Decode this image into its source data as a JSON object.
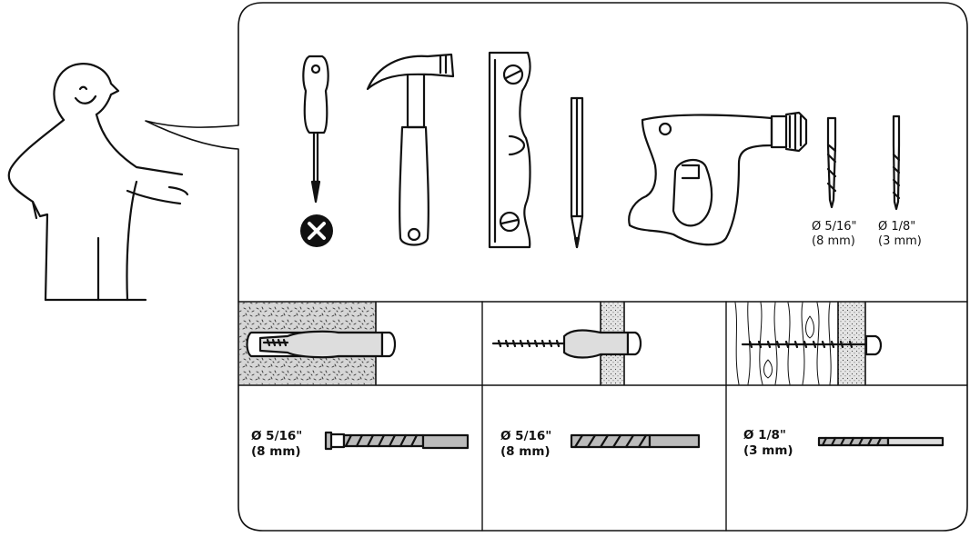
{
  "tools_row": {
    "bits": [
      {
        "size_in": "Ø 5/16\"",
        "size_mm": "(8 mm)"
      },
      {
        "size_in": "Ø 1/8\"",
        "size_mm": "(3 mm)"
      }
    ]
  },
  "panels": [
    {
      "wall": "concrete",
      "drill_size_in": "Ø 5/16\"",
      "drill_size_mm": "(8 mm)"
    },
    {
      "wall": "drywall",
      "drill_size_in": "Ø 5/16\"",
      "drill_size_mm": "(8 mm)"
    },
    {
      "wall": "wood-stud",
      "drill_size_in": "Ø 1/8\"",
      "drill_size_mm": "(3 mm)"
    }
  ]
}
